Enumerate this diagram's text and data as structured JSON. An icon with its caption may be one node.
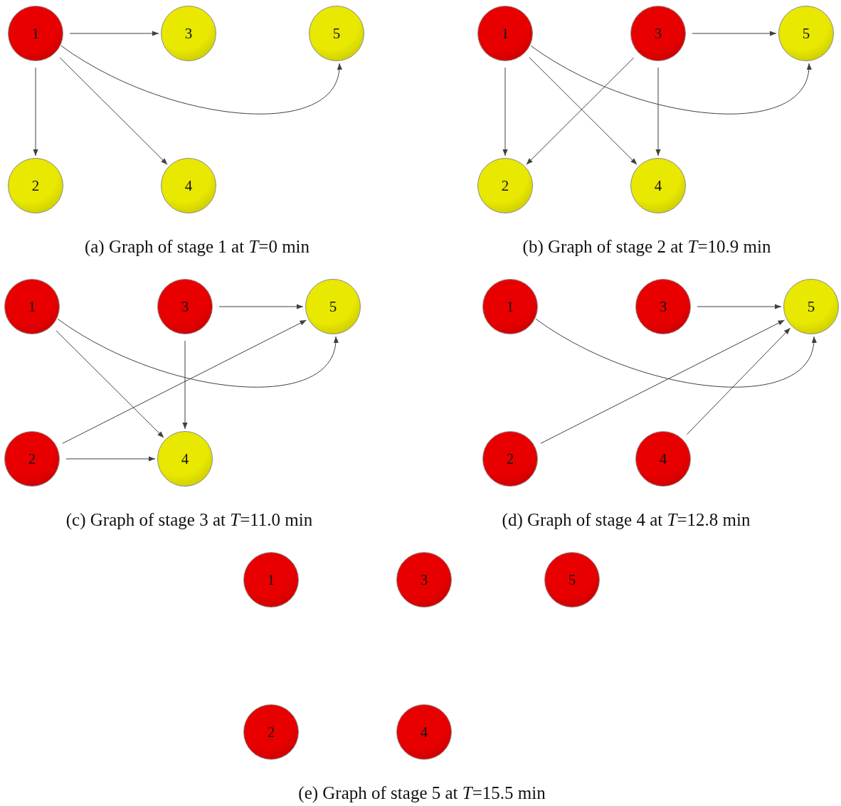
{
  "diagram": {
    "nodes": [
      {
        "text": [
          "1"
        ]
      },
      {
        "text": [
          "3"
        ]
      },
      {
        "text": [
          "5"
        ]
      },
      {
        "text": [
          "2"
        ]
      },
      {
        "text": [
          "4"
        ]
      },
      {
        "text": [
          "1"
        ]
      },
      {
        "text": [
          "3"
        ]
      },
      {
        "text": [
          "5"
        ]
      },
      {
        "text": [
          "2"
        ]
      },
      {
        "text": [
          "4"
        ]
      },
      {
        "text": [
          "1"
        ]
      },
      {
        "text": [
          "3"
        ]
      },
      {
        "text": [
          "5"
        ]
      },
      {
        "text": [
          "2"
        ]
      },
      {
        "text": [
          "4"
        ]
      },
      {
        "text": [
          "1"
        ]
      },
      {
        "text": [
          "3"
        ]
      },
      {
        "text": [
          "5"
        ]
      },
      {
        "text": [
          "2"
        ]
      },
      {
        "text": [
          "4"
        ]
      },
      {
        "text": [
          "1"
        ]
      },
      {
        "text": [
          "3"
        ]
      },
      {
        "text": [
          "5"
        ]
      },
      {
        "text": [
          "2"
        ]
      },
      {
        "text": [
          "4"
        ]
      }
    ],
    "edges": [
      {
        "from": 0,
        "to": 1,
        "arrow": "to"
      },
      {
        "from": 0,
        "to": 3,
        "arrow": "to"
      },
      {
        "from": 0,
        "to": 4,
        "arrow": "to"
      },
      {
        "from": 0,
        "to": 2,
        "arrow": "to"
      },
      {
        "from": 5,
        "to": 8,
        "arrow": "to"
      },
      {
        "from": 5,
        "to": 9,
        "arrow": "to"
      },
      {
        "from": 5,
        "to": 7,
        "arrow": "to"
      },
      {
        "from": 6,
        "to": 8,
        "arrow": "to"
      },
      {
        "from": 6,
        "to": 9,
        "arrow": "to"
      },
      {
        "from": 6,
        "to": 7,
        "arrow": "to"
      },
      {
        "from": 10,
        "to": 14,
        "arrow": "to"
      },
      {
        "from": 10,
        "to": 12,
        "arrow": "to"
      },
      {
        "from": 11,
        "to": 12,
        "arrow": "to"
      },
      {
        "from": 11,
        "to": 14,
        "arrow": "to"
      },
      {
        "from": 13,
        "to": 12,
        "arrow": "to"
      },
      {
        "from": 13,
        "to": 14,
        "arrow": "to"
      },
      {
        "from": 15,
        "to": 17,
        "arrow": "to"
      },
      {
        "from": 16,
        "to": 17,
        "arrow": "to"
      },
      {
        "from": 18,
        "to": 17,
        "arrow": "to"
      },
      {
        "from": 19,
        "to": 17,
        "arrow": "to"
      }
    ],
    "labels": [
      "(a) Graph of stage 1 at *T*=0 min",
      "(b) Graph of stage 2 at *T*=10.9 min",
      "(c) Graph of stage 3 at *T*=11.0 min",
      "(d) Graph of stage 4 at *T*=12.8 min",
      "(e) Graph of stage 5 at *T*=15.5 min"
    ]
  }
}
